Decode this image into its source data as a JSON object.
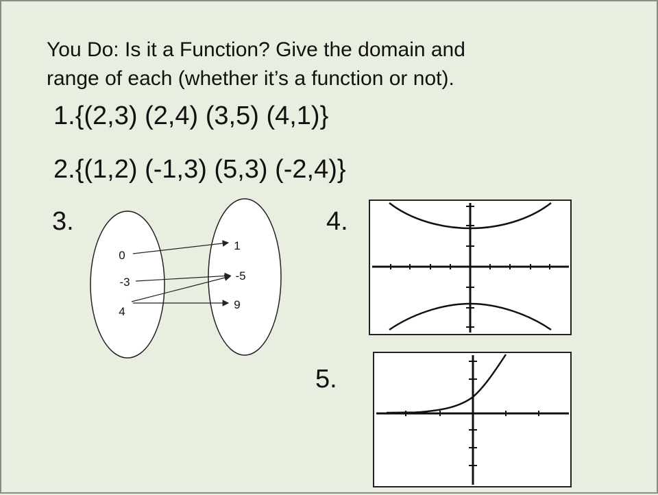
{
  "instructions": {
    "line1": "You Do:  Is it a Function?  Give the domain and",
    "line2": "range of each (whether it’s a function or not)."
  },
  "problems": {
    "p1": "1.{(2,3) (2,4) (3,5) (4,1)}",
    "p2": "2.{(1,2) (-1,3) (5,3) (-2,4)}",
    "p3_label": "3.",
    "p4_label": "4.",
    "p5_label": "5."
  },
  "mapping": {
    "domain": [
      "0",
      "-3",
      "4"
    ],
    "range": [
      "1",
      "-5",
      "9"
    ],
    "arrows": [
      [
        "0",
        "1"
      ],
      [
        "-3",
        "-5"
      ],
      [
        "4",
        "-5"
      ],
      [
        "4",
        "9"
      ]
    ]
  },
  "graphs": {
    "graph4": "hyperbola opening up and down",
    "graph5": "exponential growth curve"
  },
  "colors": {
    "background": "#e9efe0",
    "text": "#111111",
    "graph_bg": "#ffffff"
  }
}
